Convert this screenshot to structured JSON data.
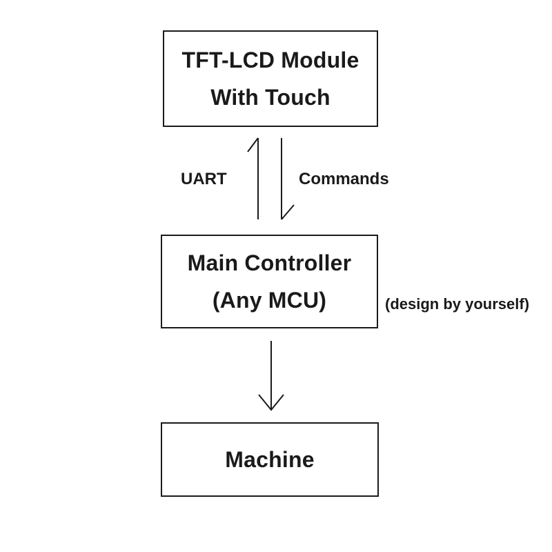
{
  "diagram": {
    "nodes": {
      "lcd_module": {
        "label": "TFT-LCD Module\nWith Touch"
      },
      "main_controller": {
        "label": "Main Controller\n(Any MCU)"
      },
      "machine": {
        "label": "Machine"
      }
    },
    "edge_labels": {
      "uart": "UART",
      "commands": "Commands"
    },
    "annotation": "(design by yourself)"
  }
}
